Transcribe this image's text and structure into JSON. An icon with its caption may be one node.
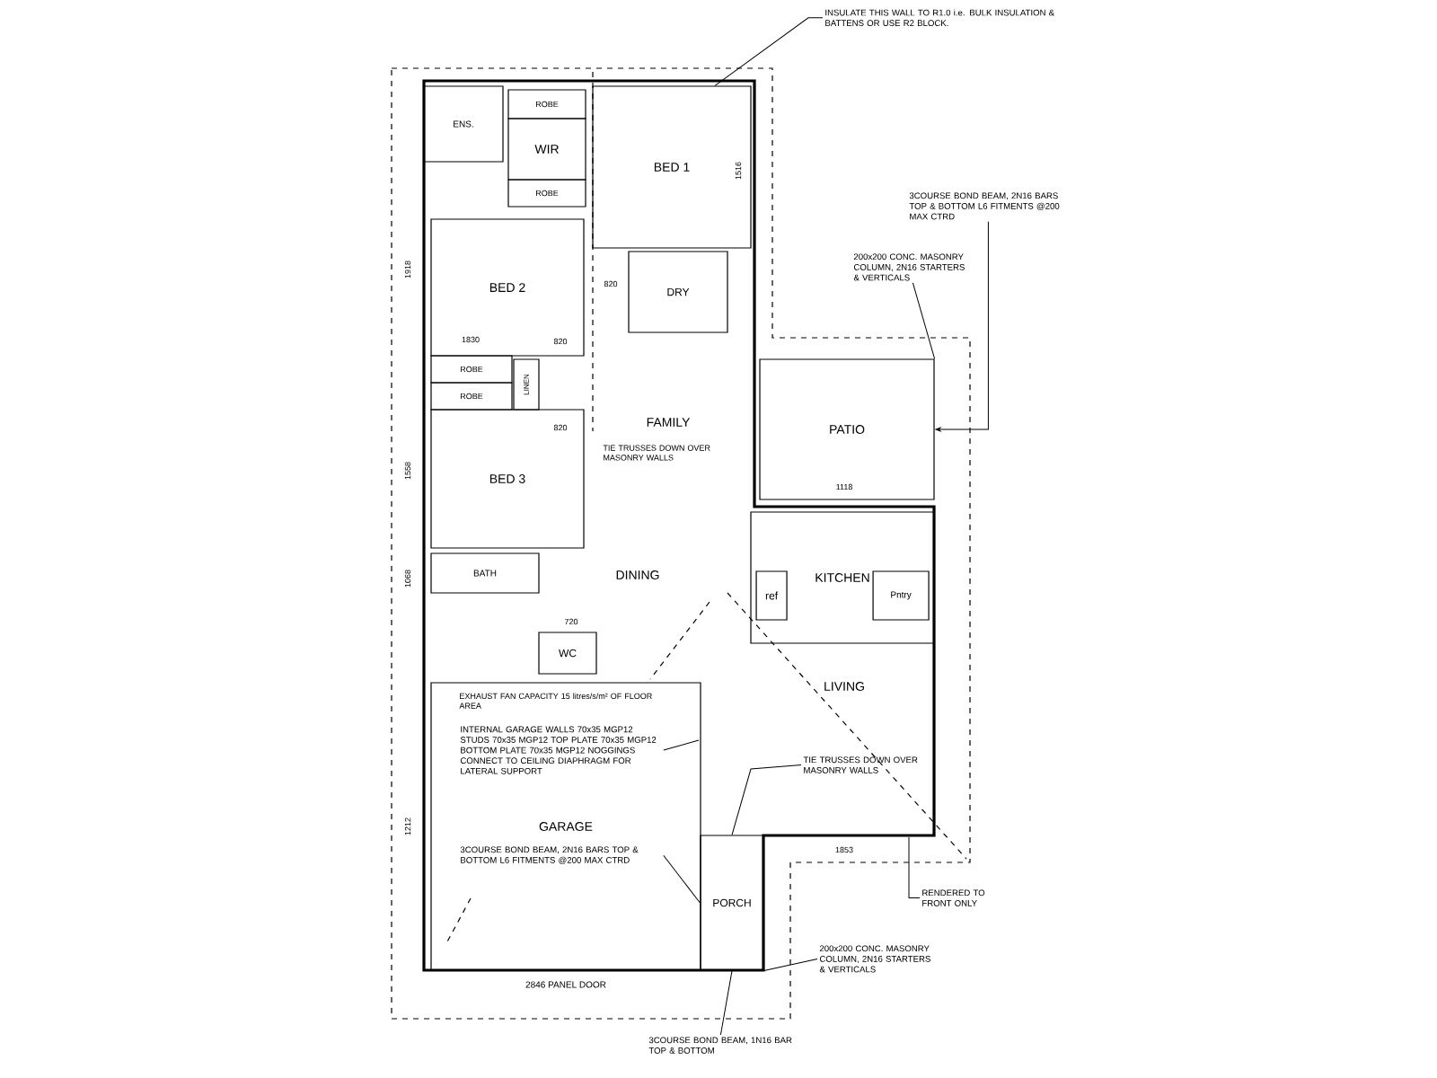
{
  "diagram": {
    "nodes": [
      {
        "text": [
          "ENS."
        ]
      },
      {
        "text": [
          "ROBE"
        ]
      },
      {
        "text": [
          "WIR"
        ]
      },
      {
        "text": [
          "ROBE"
        ]
      },
      {
        "text": [
          "BED 1"
        ]
      },
      {
        "text": [
          "DRY"
        ]
      },
      {
        "text": [
          "BED 2"
        ]
      },
      {
        "text": [
          "ROBE"
        ]
      },
      {
        "text": [
          "ROBE"
        ]
      },
      {
        "text": [
          "LINEN"
        ]
      },
      {
        "text": [
          "BED 3"
        ]
      },
      {
        "text": [
          "PATIO"
        ]
      },
      {
        "text": [
          "KITCHEN"
        ]
      },
      {
        "text": [
          "BATH"
        ]
      },
      {
        "text": [
          "WC"
        ]
      },
      {
        "text": [
          "GARAGE"
        ]
      },
      {
        "text": [
          "PORCH"
        ]
      },
      {
        "text": [
          "ref"
        ],
        "in": 12
      },
      {
        "text": [
          "Pntry"
        ],
        "in": 12
      },
      {
        "text": [
          "INSULATE THIS WALL TO R1.0 i.e. BULK INSULATION & BATTENS OR USE R2 BLOCK."
        ]
      },
      {
        "text": [
          "3COURSE BOND BEAM, 2N16 BARS TOP & BOTTOM L6 FITMENTS @200 MAX CTRD"
        ]
      },
      {
        "text": [
          "200x200 CONC. MASONRY COLUMN, 2N16 STARTERS & VERTICALS"
        ]
      },
      {
        "text": [
          "TIE TRUSSES DOWN OVER MASONRY WALLS"
        ]
      },
      {
        "text": [
          "INTERNAL GARAGE WALLS 70x35 MGP12 STUDS 70x35 MGP12 TOP PLATE 70x35 MGP12 BOTTOM PLATE 70x35 MGP12 NOGGINGS CONNECT TO CEILING DIAPHRAGM FOR LATERAL SUPPORT"
        ],
        "in": 15
      },
      {
        "text": [
          "3COURSE BOND BEAM, 2N16 BARS TOP & BOTTOM L6 FITMENTS @200 MAX CTRD"
        ],
        "in": 15
      },
      {
        "text": [
          "200x200 CONC. MASONRY COLUMN, 2N16 STARTERS & VERTICALS"
        ]
      },
      {
        "text": [
          "3COURSE BOND BEAM, 1N16 BAR TOP & BOTTOM"
        ]
      },
      {
        "text": [
          "RENDERED TO FRONT ONLY"
        ]
      }
    ],
    "edges": [
      {
        "from": 19,
        "to": 4,
        "arrow": "none"
      },
      {
        "from": 20,
        "to": 11,
        "arrow": "to"
      },
      {
        "from": 21,
        "to": 11,
        "arrow": "none"
      },
      {
        "from": 22,
        "to": 16,
        "arrow": "none"
      },
      {
        "from": 23,
        "to": null,
        "arrow": "none"
      },
      {
        "from": 24,
        "to": 16,
        "arrow": "none"
      },
      {
        "from": 25,
        "to": 16,
        "arrow": "none"
      },
      {
        "from": 26,
        "to": 16,
        "arrow": "none"
      },
      {
        "from": 27,
        "to": null,
        "arrow": "none"
      }
    ],
    "labels": [
      "FAMILY",
      "TIE TRUSSES DOWN OVER MASONRY WALLS",
      "DINING",
      "LIVING",
      "EXHAUST FAN CAPACITY 15 litres/s/m² OF FLOOR AREA",
      "1830",
      "820",
      "820",
      "820",
      "1516",
      "1918",
      "1558",
      "1068",
      "1212",
      "1118",
      "720",
      "1853",
      "2846 PANEL DOOR"
    ]
  }
}
